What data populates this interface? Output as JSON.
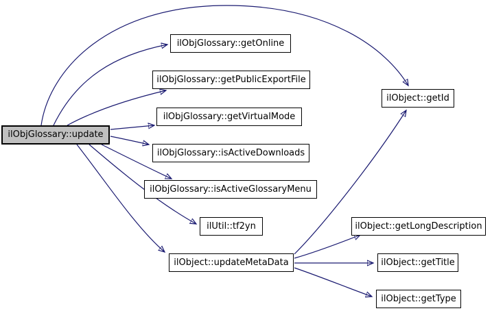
{
  "diagram": {
    "type": "call-graph",
    "colors": {
      "background": "#ffffff",
      "edge": "#191970",
      "node_border": "#000000",
      "node_fill": "#ffffff",
      "focus_node_fill": "#c0c0c0"
    },
    "nodes": [
      {
        "id": "update",
        "label": "ilObjGlossary::update",
        "focused": true
      },
      {
        "id": "getOnline",
        "label": "ilObjGlossary::getOnline",
        "focused": false
      },
      {
        "id": "getPublicExportFile",
        "label": "ilObjGlossary::getPublicExportFile",
        "focused": false
      },
      {
        "id": "getVirtualMode",
        "label": "ilObjGlossary::getVirtualMode",
        "focused": false
      },
      {
        "id": "isActiveDownloads",
        "label": "ilObjGlossary::isActiveDownloads",
        "focused": false
      },
      {
        "id": "isActiveGlossaryMenu",
        "label": "ilObjGlossary::isActiveGlossaryMenu",
        "focused": false
      },
      {
        "id": "tf2yn",
        "label": "ilUtil::tf2yn",
        "focused": false
      },
      {
        "id": "updateMetaData",
        "label": "ilObject::updateMetaData",
        "focused": false
      },
      {
        "id": "getId",
        "label": "ilObject::getId",
        "focused": false
      },
      {
        "id": "getLongDescription",
        "label": "ilObject::getLongDescription",
        "focused": false
      },
      {
        "id": "getTitle",
        "label": "ilObject::getTitle",
        "focused": false
      },
      {
        "id": "getType",
        "label": "ilObject::getType",
        "focused": false
      }
    ],
    "edges": [
      {
        "from": "update",
        "to": "getOnline"
      },
      {
        "from": "update",
        "to": "getPublicExportFile"
      },
      {
        "from": "update",
        "to": "getVirtualMode"
      },
      {
        "from": "update",
        "to": "isActiveDownloads"
      },
      {
        "from": "update",
        "to": "isActiveGlossaryMenu"
      },
      {
        "from": "update",
        "to": "tf2yn"
      },
      {
        "from": "update",
        "to": "updateMetaData"
      },
      {
        "from": "update",
        "to": "getId"
      },
      {
        "from": "updateMetaData",
        "to": "getId"
      },
      {
        "from": "updateMetaData",
        "to": "getLongDescription"
      },
      {
        "from": "updateMetaData",
        "to": "getTitle"
      },
      {
        "from": "updateMetaData",
        "to": "getType"
      }
    ]
  }
}
